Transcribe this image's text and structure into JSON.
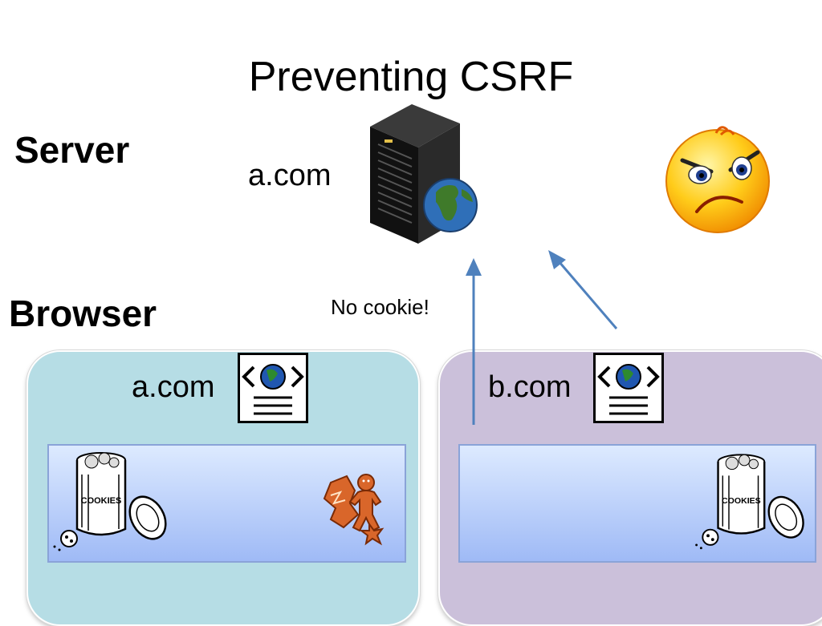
{
  "title": "Preventing CSRF",
  "server": {
    "label": "Server",
    "domain": "a.com"
  },
  "browser": {
    "label": "Browser"
  },
  "note": "No cookie!",
  "tabs": [
    {
      "domain": "a.com",
      "has_cookie_jar": true,
      "has_cookies_out": true
    },
    {
      "domain": "b.com",
      "has_cookie_jar": true,
      "has_cookies_out": false
    }
  ],
  "colors": {
    "tab_a_bg": "#b6dde5",
    "tab_b_bg": "#cbc0da",
    "arrow": "#4f81bd"
  },
  "icons": [
    "server-icon",
    "globe-icon",
    "angry-face-icon",
    "web-page-icon",
    "cookie-jar-icon",
    "gingerbread-cookies-icon"
  ],
  "jar_label": "COOKIES"
}
